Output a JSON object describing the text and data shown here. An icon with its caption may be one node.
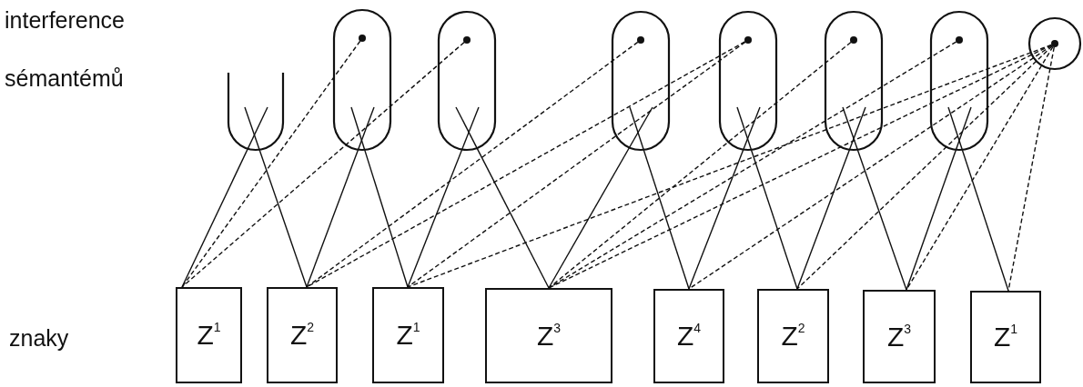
{
  "diagram": {
    "nodes": [
      {
        "text": [],
        "shape": "cup"
      },
      {
        "text": [],
        "shape": "capsule"
      },
      {
        "text": [],
        "shape": "capsule"
      },
      {
        "text": [],
        "shape": "capsule"
      },
      {
        "text": [],
        "shape": "capsule"
      },
      {
        "text": [],
        "shape": "capsule"
      },
      {
        "text": [],
        "shape": "capsule"
      },
      {
        "text": [],
        "shape": "circle"
      },
      {
        "text": [],
        "shape": "dot",
        "in": 1
      },
      {
        "text": [],
        "shape": "dot",
        "in": 2
      },
      {
        "text": [],
        "shape": "dot",
        "in": 3
      },
      {
        "text": [],
        "shape": "dot",
        "in": 4
      },
      {
        "text": [],
        "shape": "dot",
        "in": 5
      },
      {
        "text": [],
        "shape": "dot",
        "in": 6
      },
      {
        "text": [],
        "shape": "dot",
        "in": 7
      },
      {
        "text": [
          "Z$^{1}$"
        ]
      },
      {
        "text": [
          "Z$^{2}$"
        ]
      },
      {
        "text": [
          "Z$^{1}$"
        ]
      },
      {
        "text": [
          "Z$^{3}$"
        ]
      },
      {
        "text": [
          "Z$^{4}$"
        ]
      },
      {
        "text": [
          "Z$^{2}$"
        ]
      },
      {
        "text": [
          "Z$^{3}$"
        ]
      },
      {
        "text": [
          "Z$^{1}$"
        ]
      }
    ],
    "edges": [
      {
        "from": 15,
        "to": 0,
        "arrow": "none"
      },
      {
        "from": 16,
        "to": 0,
        "arrow": "none"
      },
      {
        "from": 16,
        "to": 1,
        "arrow": "none"
      },
      {
        "from": 17,
        "to": 1,
        "arrow": "none"
      },
      {
        "from": 17,
        "to": 2,
        "arrow": "none"
      },
      {
        "from": 18,
        "to": 2,
        "arrow": "none"
      },
      {
        "from": 18,
        "to": 3,
        "arrow": "none"
      },
      {
        "from": 19,
        "to": 3,
        "arrow": "none"
      },
      {
        "from": 19,
        "to": 4,
        "arrow": "none"
      },
      {
        "from": 20,
        "to": 4,
        "arrow": "none"
      },
      {
        "from": 20,
        "to": 5,
        "arrow": "none"
      },
      {
        "from": 21,
        "to": 5,
        "arrow": "none"
      },
      {
        "from": 21,
        "to": 6,
        "arrow": "none"
      },
      {
        "from": 22,
        "to": 6,
        "arrow": "none"
      },
      {
        "from": 8,
        "to": 15,
        "arrow": "none",
        "style": "dashed"
      },
      {
        "from": 9,
        "to": 15,
        "arrow": "none",
        "style": "dashed"
      },
      {
        "from": 10,
        "to": 16,
        "arrow": "none",
        "style": "dashed"
      },
      {
        "from": 11,
        "to": 16,
        "arrow": "none",
        "style": "dashed"
      },
      {
        "from": 11,
        "to": 17,
        "arrow": "none",
        "style": "dashed"
      },
      {
        "from": 12,
        "to": 18,
        "arrow": "none",
        "style": "dashed"
      },
      {
        "from": 13,
        "to": 18,
        "arrow": "none",
        "style": "dashed"
      },
      {
        "from": 14,
        "to": 17,
        "arrow": "none",
        "style": "dashed"
      },
      {
        "from": 14,
        "to": 18,
        "arrow": "none",
        "style": "dashed"
      },
      {
        "from": 14,
        "to": 19,
        "arrow": "none",
        "style": "dashed"
      },
      {
        "from": 14,
        "to": 20,
        "arrow": "none",
        "style": "dashed"
      },
      {
        "from": 14,
        "to": 21,
        "arrow": "none",
        "style": "dashed"
      },
      {
        "from": 14,
        "to": 22,
        "arrow": "none",
        "style": "dashed"
      }
    ],
    "labels": [
      "interference",
      "sémantémů",
      "znaky"
    ]
  }
}
